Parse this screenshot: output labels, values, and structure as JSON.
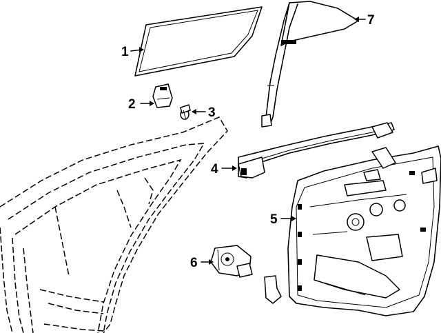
{
  "parts": [
    {
      "callout": "1",
      "part": "window-glass"
    },
    {
      "callout": "2",
      "part": "glass-clip"
    },
    {
      "callout": "3",
      "part": "bolt"
    },
    {
      "callout": "4",
      "part": "window-run-channel"
    },
    {
      "callout": "5",
      "part": "window-regulator-module"
    },
    {
      "callout": "6",
      "part": "regulator-motor"
    },
    {
      "callout": "7",
      "part": "fixed-quarter-glass"
    }
  ]
}
